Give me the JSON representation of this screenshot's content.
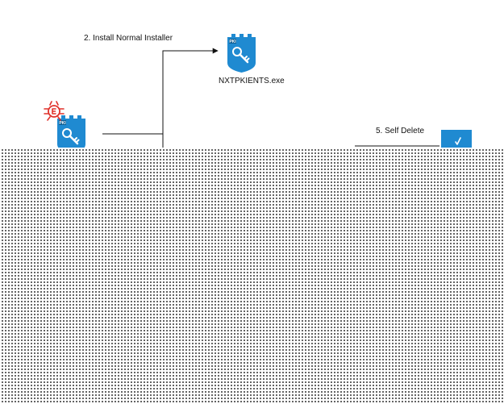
{
  "diagram": {
    "steps": {
      "install": {
        "label": "2. Install Normal Installer"
      },
      "self_delete": {
        "label": "5. Self Delete"
      }
    },
    "nodes": {
      "installer": {
        "name": "NXTPKIENTS.exe",
        "badge": "PKI",
        "icon": "shield-key-icon"
      },
      "malicious_installer": {
        "badge": "PKI",
        "icon": "shield-key-icon",
        "overlay_icon": "bug-icon"
      }
    },
    "colors": {
      "shield_blue": "#1f8ad1",
      "bug_red": "#e0312a",
      "arrow": "#111111",
      "dot_pattern": "#3a3a3a"
    }
  }
}
